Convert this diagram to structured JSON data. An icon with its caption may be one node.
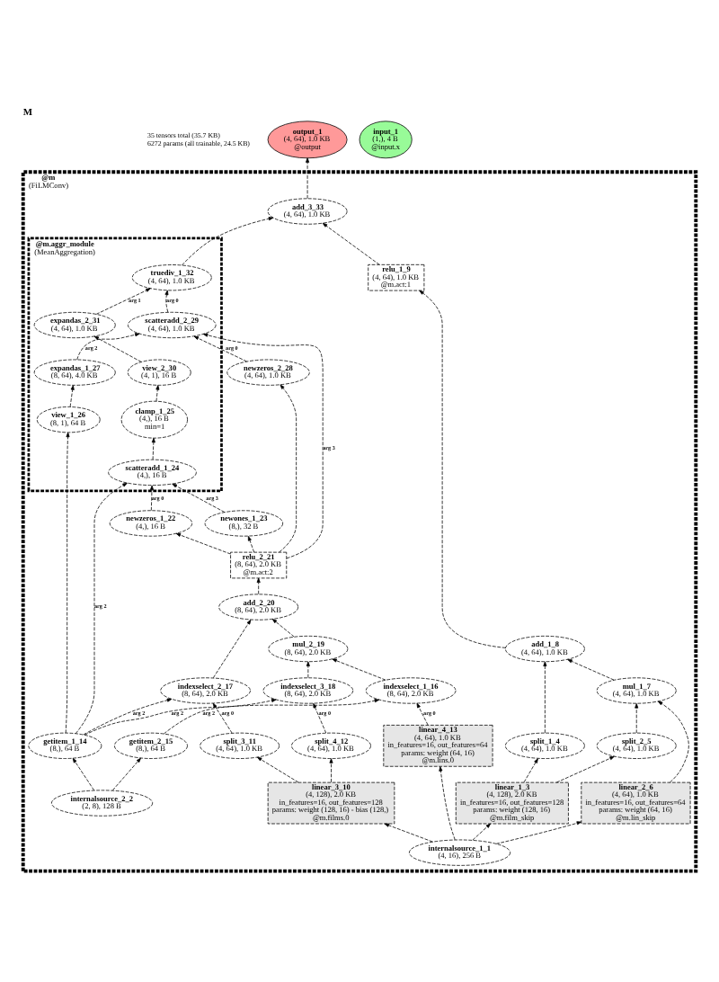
{
  "diagram": {
    "title": "M",
    "nodes": [
      {
        "text": [
          "input_1",
          "(1,), 4 B",
          "@input.x"
        ]
      },
      {
        "text": [
          "output_1",
          "(4, 64), 1.0 KB",
          "@output"
        ]
      },
      {
        "text": [
          "@m",
          "(FiLMConv)"
        ]
      },
      {
        "text": [
          "add_3_33",
          "(4, 64), 1.0 KB"
        ],
        "in": 2
      },
      {
        "text": [
          "relu_1_9",
          "(4, 64), 1.0 KB",
          "@m.act:1"
        ],
        "in": 2
      },
      {
        "text": [
          "@m.aggr_module",
          "(MeanAggregation)"
        ],
        "in": 2
      },
      {
        "text": [
          "truediv_1_32",
          "(4, 64), 1.0 KB"
        ],
        "in": 5
      },
      {
        "text": [
          "expandas_2_31",
          "(4, 64), 1.0 KB"
        ],
        "in": 5
      },
      {
        "text": [
          "scatteradd_2_29",
          "(4, 64), 1.0 KB"
        ],
        "in": 5
      },
      {
        "text": [
          "expandas_1_27",
          "(8, 64), 4.0 KB"
        ],
        "in": 5
      },
      {
        "text": [
          "view_2_30",
          "(4, 1), 16 B"
        ],
        "in": 5
      },
      {
        "text": [
          "clamp_1_25",
          "(4,), 16 B",
          "min=1"
        ],
        "in": 5
      },
      {
        "text": [
          "view_1_26",
          "(8, 1), 64 B"
        ],
        "in": 5
      },
      {
        "text": [
          "scatteradd_1_24",
          "(4,), 16 B"
        ],
        "in": 5
      },
      {
        "text": [
          "newzeros_1_22",
          "(4,), 16 B"
        ],
        "in": 2
      },
      {
        "text": [
          "newones_1_23",
          "(8,), 32 B"
        ],
        "in": 2
      },
      {
        "text": [
          "newzeros_2_28",
          "(4, 64), 1.0 KB"
        ],
        "in": 2
      },
      {
        "text": [
          "relu_2_21",
          "(8, 64), 2.0 KB",
          "@m.act:2"
        ],
        "in": 2
      },
      {
        "text": [
          "add_2_20",
          "(8, 64), 2.0 KB"
        ],
        "in": 2
      },
      {
        "text": [
          "mul_2_19",
          "(8, 64), 2.0 KB"
        ],
        "in": 2
      },
      {
        "text": [
          "add_1_8",
          "(4, 64), 1.0 KB"
        ],
        "in": 2
      },
      {
        "text": [
          "mul_1_7",
          "(4, 64), 1.0 KB"
        ],
        "in": 2
      },
      {
        "text": [
          "indexselect_2_17",
          "(8, 64), 2.0 KB"
        ],
        "in": 2
      },
      {
        "text": [
          "indexselect_3_18",
          "(8, 64), 2.0 KB"
        ],
        "in": 2
      },
      {
        "text": [
          "indexselect_1_16",
          "(8, 64), 2.0 KB"
        ],
        "in": 2
      },
      {
        "text": [
          "split_1_4",
          "(4, 64), 1.0 KB"
        ],
        "in": 2
      },
      {
        "text": [
          "split_2_5",
          "(4, 64), 1.0 KB"
        ],
        "in": 2
      },
      {
        "text": [
          "split_3_11",
          "(4, 64), 1.0 KB"
        ],
        "in": 2
      },
      {
        "text": [
          "getitem_1_14",
          "(8,), 64 B"
        ],
        "in": 2
      },
      {
        "text": [
          "split_4_12",
          "(4, 64), 1.0 KB"
        ],
        "in": 2
      },
      {
        "text": [
          "getitem_2_15",
          "(8,), 64 B"
        ],
        "in": 2
      },
      {
        "text": [
          "linear_1_3",
          "(4, 128), 2.0 KB",
          "in_features=16, out_features=128",
          "params: weight (128, 16)",
          "@m.film_skip"
        ],
        "in": 2
      },
      {
        "text": [
          "linear_2_6",
          "(4, 64), 1.0 KB",
          "in_features=16, out_features=64",
          "params: weight (64, 16)",
          "@m.lin_skip"
        ],
        "in": 2
      },
      {
        "text": [
          "linear_3_10",
          "(4, 128), 2.0 KB",
          "in_features=16, out_features=128",
          "params: weight (128, 16) - bias (128,)",
          "@m.films.0"
        ],
        "in": 2
      },
      {
        "text": [
          "internalsource_2_2",
          "(2, 8), 128 B"
        ],
        "in": 2
      },
      {
        "text": [
          "linear_4_13",
          "(4, 64), 1.0 KB",
          "in_features=16, out_features=64",
          "params: weight (64, 16)",
          "@m.lins.0"
        ],
        "in": 2
      },
      {
        "text": [
          "internalsource_1_1",
          "(4, 16), 256 B"
        ],
        "in": 2
      }
    ],
    "edges": [
      {
        "from": 36,
        "to": 31,
        "arrow": "to",
        "style": "dashed"
      },
      {
        "from": 36,
        "to": 32,
        "arrow": "to",
        "style": "dashed"
      },
      {
        "from": 36,
        "to": 33,
        "arrow": "to",
        "style": "dashed"
      },
      {
        "from": 36,
        "to": 35,
        "arrow": "to",
        "style": "dashed"
      },
      {
        "from": 34,
        "to": 28,
        "arrow": "to",
        "style": "dashed"
      },
      {
        "from": 34,
        "to": 30,
        "arrow": "to",
        "style": "dashed"
      },
      {
        "from": 31,
        "to": 25,
        "arrow": "to",
        "style": "dashed"
      },
      {
        "from": 31,
        "to": 26,
        "arrow": "to",
        "style": "dashed"
      },
      {
        "from": 33,
        "to": 27,
        "arrow": "to",
        "style": "dashed"
      },
      {
        "from": 33,
        "to": 29,
        "arrow": "to",
        "style": "dashed"
      },
      {
        "from": 26,
        "to": 21,
        "arrow": "to",
        "style": "dashed"
      },
      {
        "from": 32,
        "to": 21,
        "arrow": "to",
        "style": "dashed"
      },
      {
        "from": 21,
        "to": 20,
        "arrow": "to",
        "style": "dashed"
      },
      {
        "from": 25,
        "to": 20,
        "arrow": "to",
        "style": "dashed"
      },
      {
        "from": 20,
        "to": 4,
        "arrow": "to",
        "style": "dashed"
      },
      {
        "from": 4,
        "to": 3,
        "arrow": "to",
        "style": "dashed"
      },
      {
        "from": 27,
        "to": 22,
        "arrow": "to",
        "style": "dashed",
        "label": "arg 0"
      },
      {
        "from": 28,
        "to": 22,
        "arrow": "to",
        "style": "dashed",
        "label": "arg 2"
      },
      {
        "from": 29,
        "to": 23,
        "arrow": "to",
        "style": "dashed",
        "label": "arg 0"
      },
      {
        "from": 28,
        "to": 23,
        "arrow": "to",
        "style": "dashed",
        "label": "arg 2"
      },
      {
        "from": 35,
        "to": 24,
        "arrow": "to",
        "style": "dashed",
        "label": "arg 0"
      },
      {
        "from": 30,
        "to": 24,
        "arrow": "to",
        "style": "dashed",
        "label": "arg 2"
      },
      {
        "from": 23,
        "to": 19,
        "arrow": "to",
        "style": "dashed"
      },
      {
        "from": 24,
        "to": 19,
        "arrow": "to",
        "style": "dashed"
      },
      {
        "from": 19,
        "to": 18,
        "arrow": "to",
        "style": "dashed"
      },
      {
        "from": 22,
        "to": 18,
        "arrow": "to",
        "style": "dashed"
      },
      {
        "from": 18,
        "to": 17,
        "arrow": "to",
        "style": "dashed"
      },
      {
        "from": 17,
        "to": 14,
        "arrow": "to",
        "style": "dashed"
      },
      {
        "from": 17,
        "to": 15,
        "arrow": "to",
        "style": "dashed"
      },
      {
        "from": 17,
        "to": 16,
        "arrow": "to",
        "style": "dashed"
      },
      {
        "from": 17,
        "to": 8,
        "arrow": "to",
        "style": "dashed",
        "label": "arg 3"
      },
      {
        "from": 14,
        "to": 13,
        "arrow": "to",
        "style": "dashed",
        "label": "arg 0"
      },
      {
        "from": 28,
        "to": 13,
        "arrow": "to",
        "style": "dashed",
        "label": "arg 2"
      },
      {
        "from": 15,
        "to": 13,
        "arrow": "to",
        "style": "dashed",
        "label": "arg 3"
      },
      {
        "from": 13,
        "to": 11,
        "arrow": "to",
        "style": "dashed"
      },
      {
        "from": 11,
        "to": 10,
        "arrow": "to",
        "style": "dashed"
      },
      {
        "from": 10,
        "to": 7,
        "arrow": "to",
        "style": "dashed"
      },
      {
        "from": 28,
        "to": 12,
        "arrow": "to",
        "style": "dashed"
      },
      {
        "from": 12,
        "to": 9,
        "arrow": "to",
        "style": "dashed"
      },
      {
        "from": 9,
        "to": 8,
        "arrow": "to",
        "style": "dashed",
        "label": "arg 2"
      },
      {
        "from": 16,
        "to": 8,
        "arrow": "to",
        "style": "dashed",
        "label": "arg 0"
      },
      {
        "from": 8,
        "to": 6,
        "arrow": "to",
        "style": "dashed",
        "label": "arg 0"
      },
      {
        "from": 7,
        "to": 6,
        "arrow": "to",
        "style": "dashed",
        "label": "arg 1"
      },
      {
        "from": 6,
        "to": 3,
        "arrow": "to",
        "style": "dashed"
      },
      {
        "from": 3,
        "to": 1,
        "arrow": "to",
        "style": "dashed"
      }
    ],
    "labels": [
      "35 tensors total (35.7 KB)",
      "6272 params (all trainable, 24.5 KB)"
    ]
  }
}
